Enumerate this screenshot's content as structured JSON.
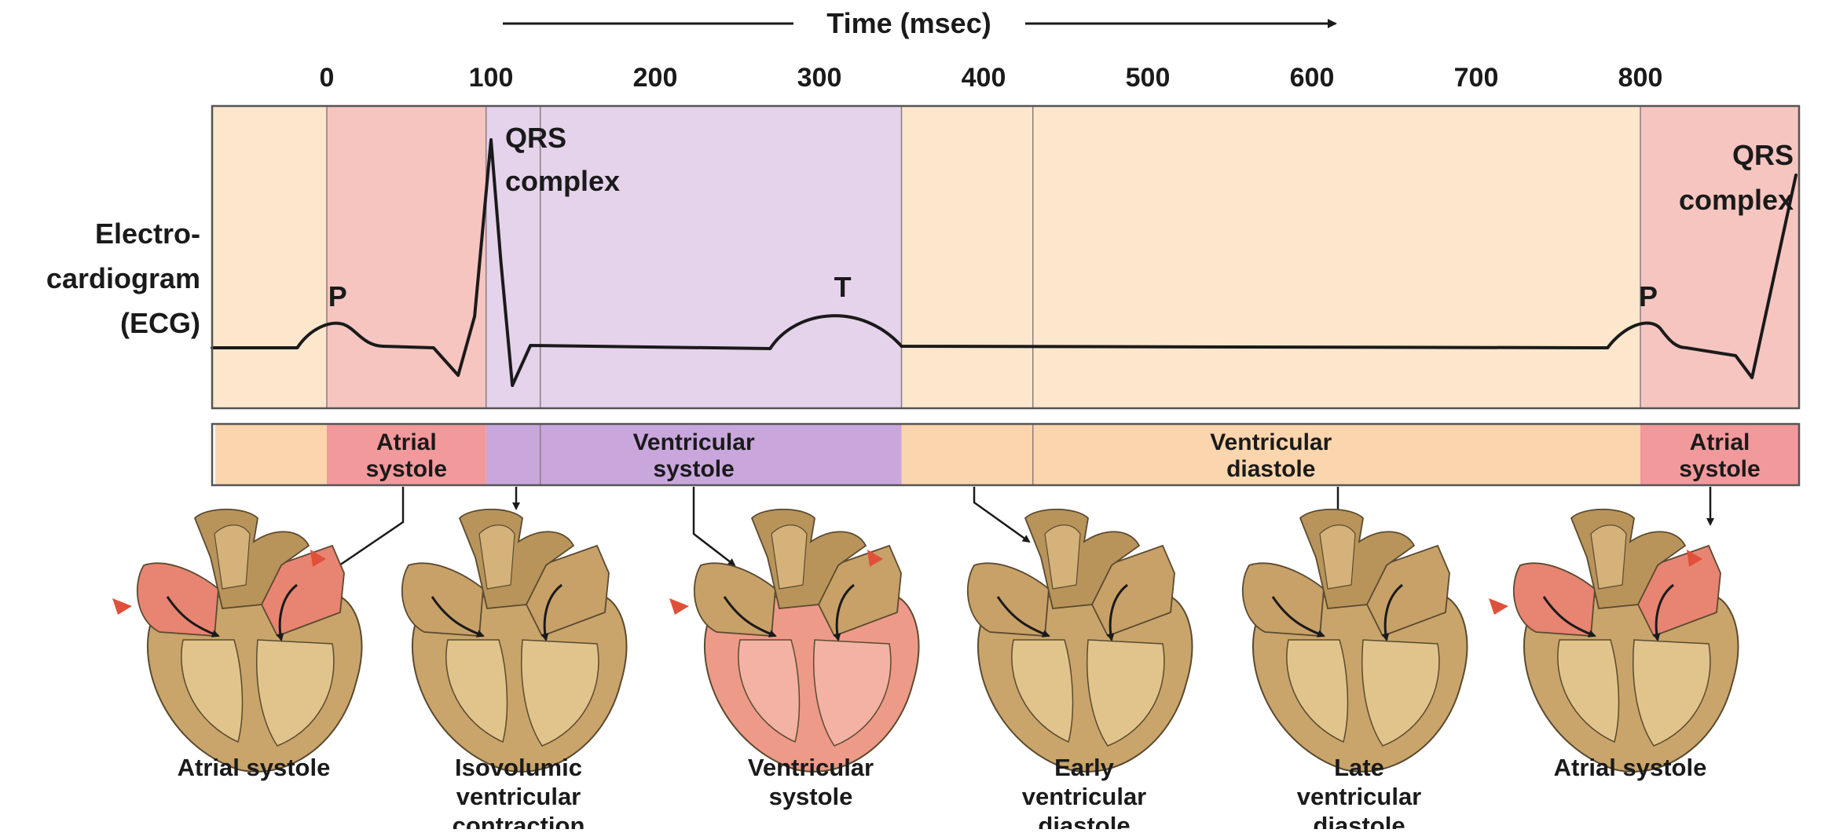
{
  "time_axis": {
    "title": "Time (msec)",
    "ticks": [
      0,
      100,
      200,
      300,
      400,
      500,
      600,
      700,
      800
    ]
  },
  "ecg": {
    "ylabel_lines": [
      "Electro-",
      "cardiogram",
      "(ECG)"
    ],
    "labels": [
      {
        "text": "QRS",
        "text2": "complex",
        "t": 100
      },
      {
        "text": "T",
        "t": 318
      },
      {
        "text": "P",
        "t": 8
      },
      {
        "text": "P",
        "t": 800
      },
      {
        "text": "QRS",
        "text2": "complex",
        "t": 885
      }
    ],
    "colors": {
      "diastole": "#fde7cc",
      "atrial_systole": "#f6c5c0",
      "ventricular_systole": "#e5d3ec",
      "trace": "#1a1a1a"
    }
  },
  "phase_bar": {
    "segments": [
      {
        "line1": "",
        "line2": "",
        "t0": -68,
        "t1": 0,
        "color": "#fbd5ad"
      },
      {
        "line1": "Atrial",
        "line2": "systole",
        "t0": 0,
        "t1": 97,
        "color": "#f2999b"
      },
      {
        "line1": "Ventricular",
        "line2": "systole",
        "t0": 97,
        "t1": 350,
        "color": "#c9a7dc"
      },
      {
        "line1": "Ventricular",
        "line2": "diastole",
        "t0": 350,
        "t1": 800,
        "color": "#fbd5ad"
      },
      {
        "line1": "Atrial",
        "line2": "systole",
        "t0": 800,
        "t1": 897,
        "color": "#f2999b"
      }
    ]
  },
  "captions": [
    {
      "lines": [
        "Atrial systole"
      ]
    },
    {
      "lines": [
        "Isovolumic",
        "ventricular",
        "contraction"
      ]
    },
    {
      "lines": [
        "Ventricular",
        "systole"
      ]
    },
    {
      "lines": [
        "Early",
        "ventricular",
        "diastole"
      ]
    },
    {
      "lines": [
        "Late",
        "ventricular",
        "diastole"
      ]
    },
    {
      "lines": [
        "Atrial systole"
      ]
    }
  ],
  "colors": {
    "heart_wall": "#c9a56b",
    "heart_wall_dark": "#8f7245",
    "heart_red": "#e88472",
    "heart_ventricle_red": "#ee9a88",
    "arrow_red": "#e0503a",
    "outline": "#5a4a30"
  }
}
